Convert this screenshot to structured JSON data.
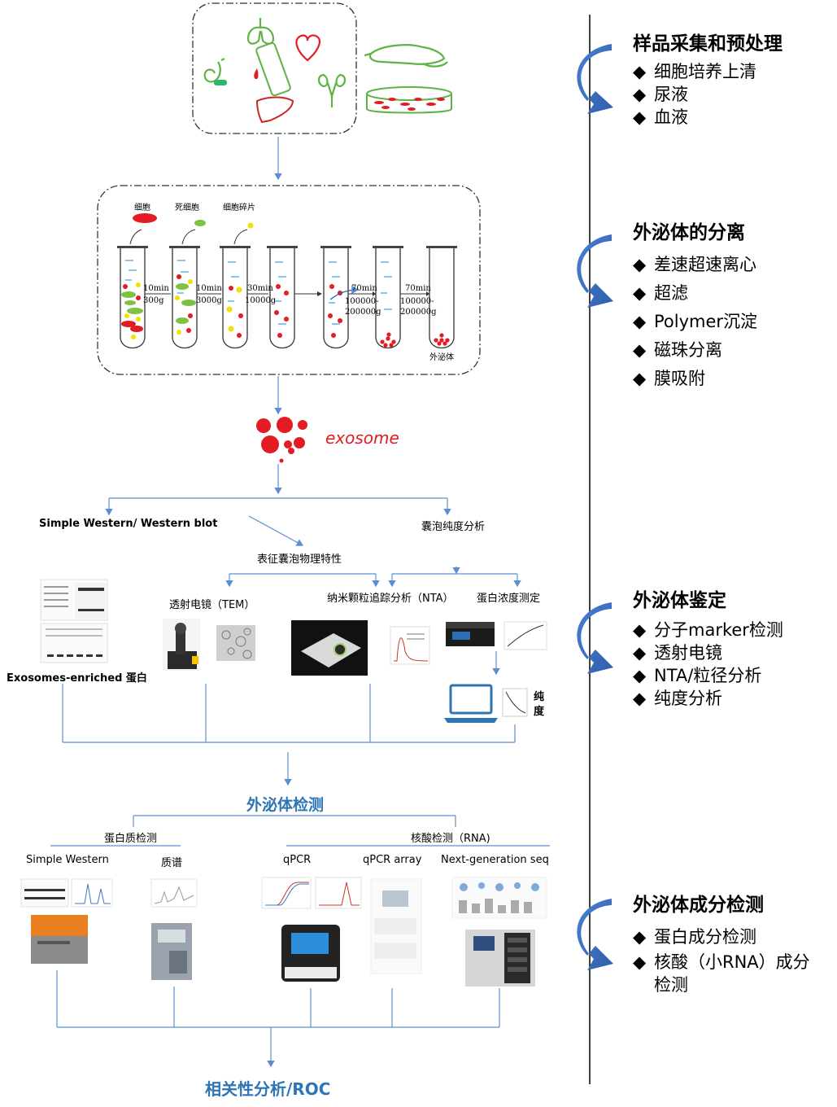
{
  "sample_panel": {},
  "isolation_panel": {
    "tube_labels": [
      "细胞",
      "死细胞",
      "细胞碎片"
    ],
    "steps": [
      {
        "time": "10min",
        "speed": "300g"
      },
      {
        "time": "10min",
        "speed": "3000g"
      },
      {
        "time": "30min",
        "speed": "10000g"
      },
      {
        "time": "70min",
        "speed": "100000-200000g"
      },
      {
        "time": "70min",
        "speed": "100000-200000g"
      }
    ],
    "final_label": "外泌体"
  },
  "exosome_label": "exosome",
  "branches": {
    "western": "Simple Western/ Western blot",
    "purity": "囊泡纯度分析",
    "physical": "表征囊泡物理特性",
    "tem": "透射电镜（TEM）",
    "nta": "纳米颗粒追踪分析（NTA）",
    "protein_conc": "蛋白浓度测定",
    "enriched": "Exosomes-enriched 蛋白",
    "purity_vertical": "纯度"
  },
  "detection": {
    "title": "外泌体检测",
    "protein_group": "蛋白质检测",
    "rna_group": "核酸检测（RNA)",
    "methods": [
      "Simple Western",
      "质谱",
      "qPCR",
      "qPCR array",
      "Next-generation seq"
    ]
  },
  "final_step": "相关性分析/ROC",
  "sidebar": {
    "sections": [
      {
        "title": "样品采集和预处理",
        "items": [
          "细胞培养上清",
          "尿液",
          "血液"
        ]
      },
      {
        "title": "外泌体的分离",
        "items": [
          "差速超速离心",
          "超滤",
          "Polymer沉淀",
          "磁珠分离",
          "膜吸附"
        ]
      },
      {
        "title": "外泌体鉴定",
        "items": [
          "分子marker检测",
          "透射电镜",
          "NTA/粒径分析",
          "纯度分析"
        ]
      },
      {
        "title": "外泌体成分检测",
        "items": [
          "蛋白成分检测",
          "核酸（小RNA）成分检测"
        ]
      }
    ],
    "bullet_icon": "diamond-bullet-icon",
    "arrow_icon": "curved-arrow-icon"
  },
  "colors": {
    "flow_line": "#5b8fd1",
    "heading_blue": "#2e75b6",
    "exosome_red": "#e31b23",
    "organ_green": "#5fb244",
    "side_arrow": "#3f6fbf"
  }
}
